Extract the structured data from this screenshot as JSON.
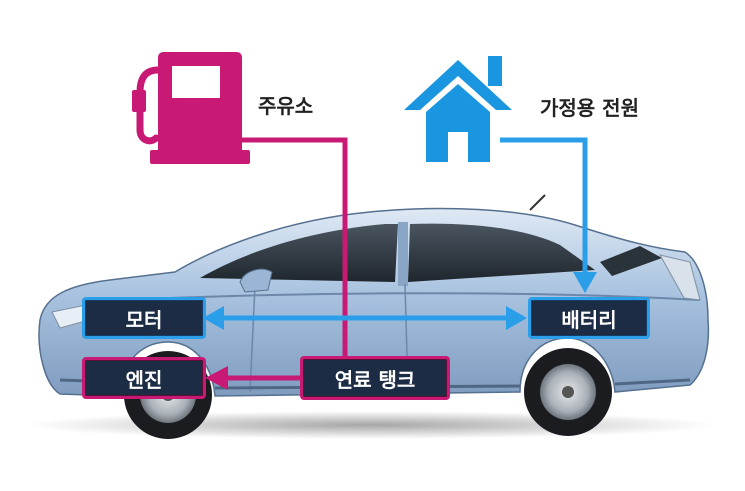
{
  "sources": {
    "gas_station": {
      "label": "주유소",
      "icon": "fuel-pump-icon"
    },
    "home_power": {
      "label": "가정용 전원",
      "icon": "house-icon"
    }
  },
  "components": {
    "motor": "모터",
    "battery": "배터리",
    "engine": "엔진",
    "fuel_tank": "연료 탱크"
  },
  "colors": {
    "fuel_flow": "#c81a74",
    "electric_flow": "#2a9ee8",
    "box_fill": "#1d2c45",
    "car_body": "#a9c3e0"
  }
}
